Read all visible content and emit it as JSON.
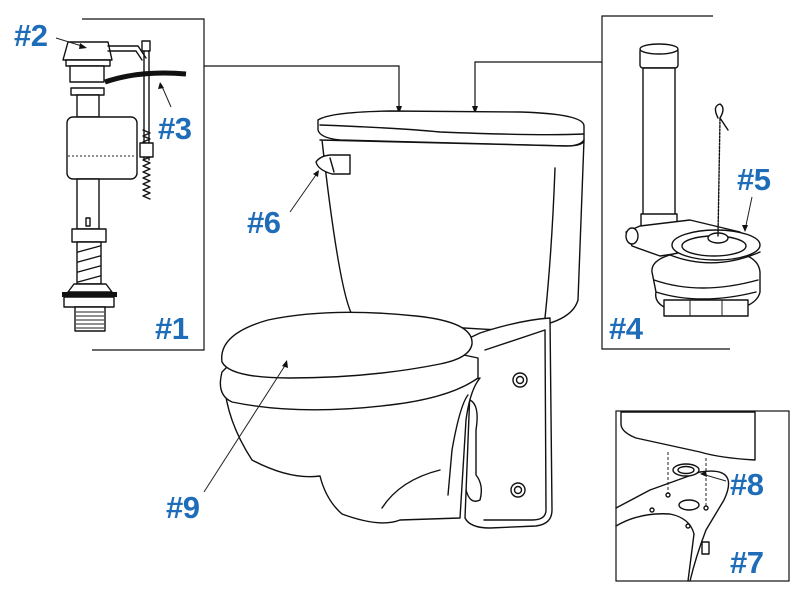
{
  "diagram": {
    "subject": "Wall-hung toilet replacement parts breakdown",
    "label_color": "#1f6db8",
    "line_color": "#111111",
    "background": "#ffffff"
  },
  "callouts": [
    {
      "id": "1",
      "text": "#1",
      "part": "fill-valve"
    },
    {
      "id": "2",
      "text": "#2",
      "part": "fill-valve-cap"
    },
    {
      "id": "3",
      "text": "#3",
      "part": "refill-tube"
    },
    {
      "id": "4",
      "text": "#4",
      "part": "flush-valve"
    },
    {
      "id": "5",
      "text": "#5",
      "part": "flapper"
    },
    {
      "id": "6",
      "text": "#6",
      "part": "trip-lever-handle"
    },
    {
      "id": "7",
      "text": "#7",
      "part": "tank-to-bowl-bolts"
    },
    {
      "id": "8",
      "text": "#8",
      "part": "tank-to-bowl-gasket"
    },
    {
      "id": "9",
      "text": "#9",
      "part": "toilet-seat"
    }
  ]
}
